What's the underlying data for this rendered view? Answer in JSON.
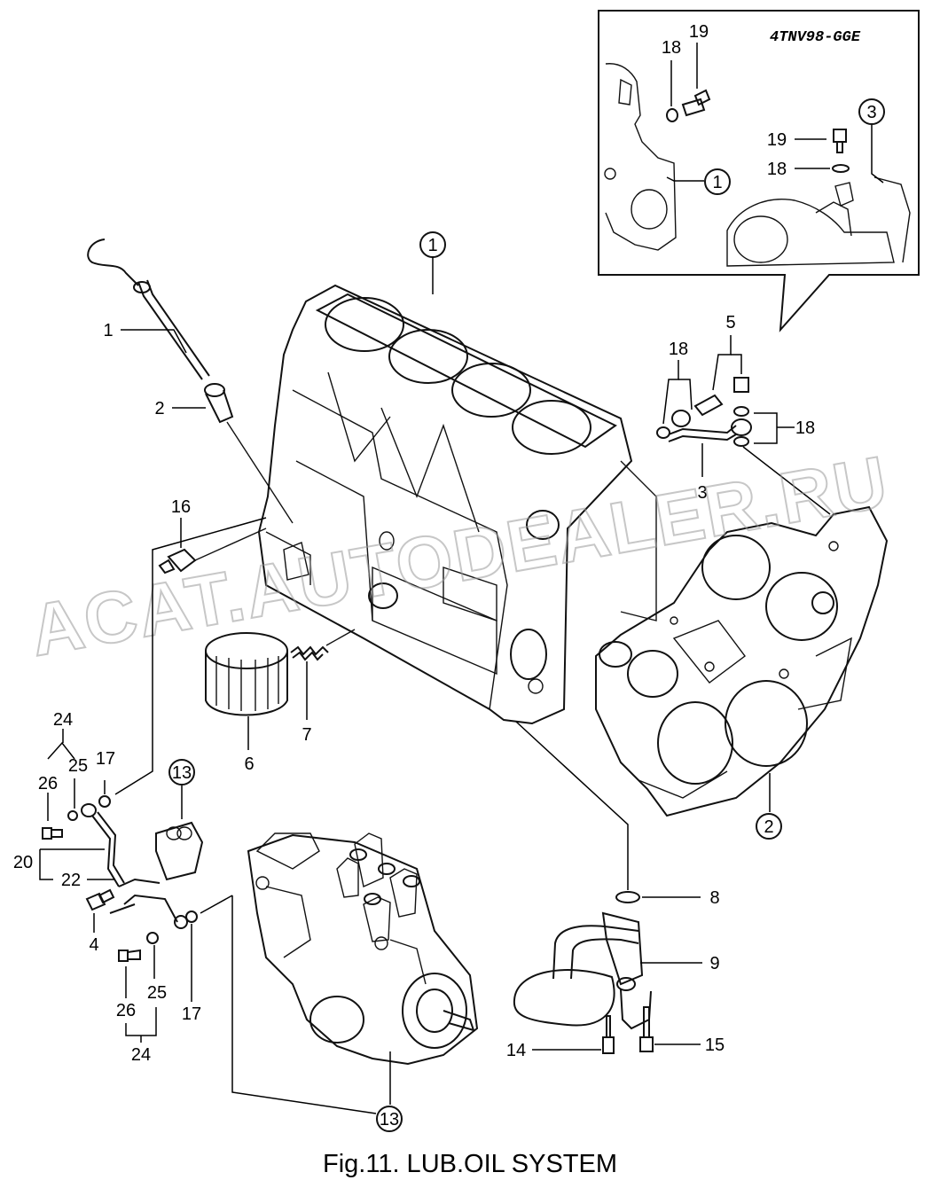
{
  "caption": "Fig.11.  LUB.OIL SYSTEM",
  "inset": {
    "title": "4TNV98-GGE"
  },
  "watermark": "ACAT.AUTODEALER.RU",
  "callouts": {
    "c1": "1",
    "c2": "2",
    "c3": "3",
    "c4": "4",
    "c5": "5",
    "c6": "6",
    "c7": "7",
    "c8": "8",
    "c9": "9",
    "c14": "14",
    "c15": "15",
    "c16": "16",
    "c17a": "17",
    "c17b": "17",
    "c18a": "18",
    "c18b": "18",
    "c20": "20",
    "c22": "22",
    "c24a": "24",
    "c24b": "24",
    "c25a": "25",
    "c25b": "25",
    "c26a": "26",
    "c26b": "26",
    "i18a": "18",
    "i18b": "18",
    "i19a": "19",
    "i19b": "19"
  },
  "circled": {
    "block": "1",
    "cover": "2",
    "pump_top": "13",
    "pump_bottom": "13",
    "inset_1": "1",
    "inset_3": "3"
  }
}
